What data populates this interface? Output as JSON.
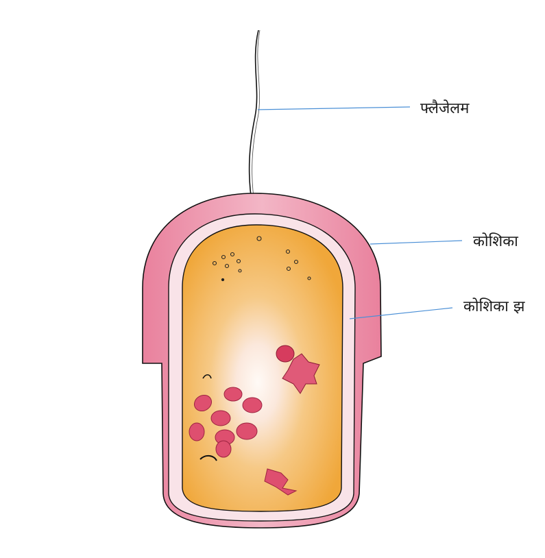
{
  "labels": {
    "flagellum": "फ्लैजेलम",
    "cell_wall": "कोशिका",
    "cell_membrane": "कोशिका झ"
  },
  "colors": {
    "outer_wall": "#e98aa4",
    "outer_wall_light": "#f5c2d0",
    "membrane": "#f8e6ea",
    "cytoplasm": "#f1b24a",
    "cytoplasm_center": "#fbf3ec",
    "organelle": "#d63c5e",
    "leader_line": "#4a8fd6",
    "outline": "#111111"
  }
}
